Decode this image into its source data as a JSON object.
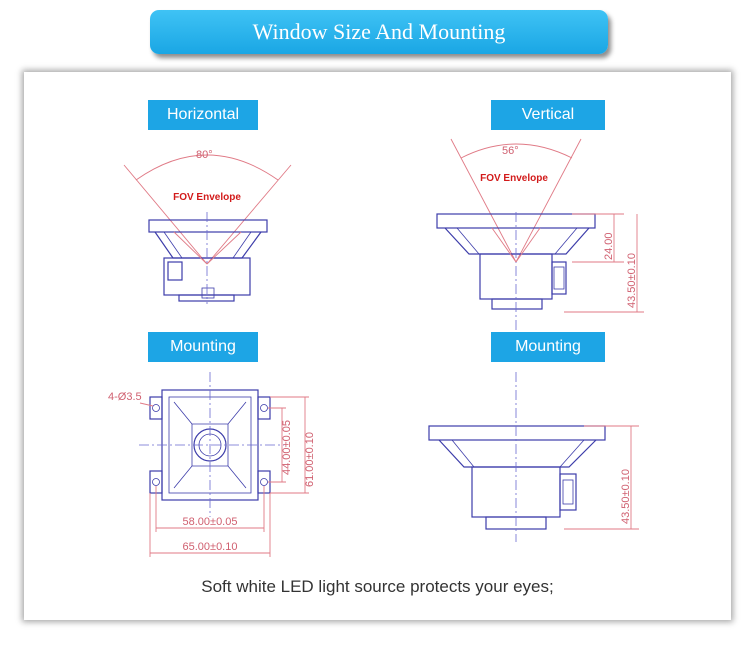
{
  "header": {
    "title": "Window Size And Mounting"
  },
  "labels": {
    "horizontal": "Horizontal",
    "vertical": "Vertical",
    "mounting_left": "Mounting",
    "mounting_right": "Mounting"
  },
  "annotations": {
    "h_angle": "80°",
    "v_angle": "56°",
    "fov_h": "FOV Envelope",
    "fov_v": "FOV Envelope",
    "dim_24": "24.00",
    "dim_4350_top": "43.50±0.10",
    "dim_hole": "4-Ø3.5",
    "dim_44": "44.00±0.05",
    "dim_61": "61.00±0.10",
    "dim_58": "58.00±0.05",
    "dim_65": "65.00±0.10",
    "dim_4350_bottom": "43.50±0.10"
  },
  "footer": {
    "caption": "Soft white LED light source protects your eyes;"
  },
  "colors": {
    "accent": "#1da5e5",
    "drawing": "#3d3daa",
    "dimension": "#e07a86",
    "fov_text": "#d21a1a"
  }
}
